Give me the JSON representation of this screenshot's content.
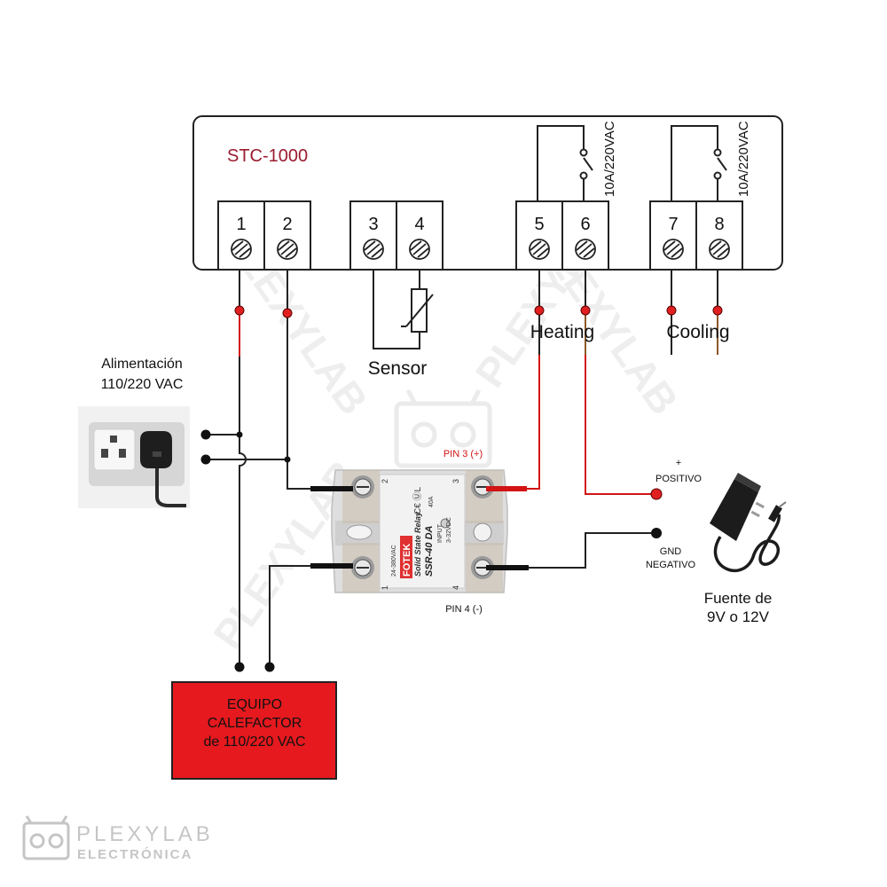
{
  "controller": {
    "model": "STC-1000",
    "relay_rating": "10A/220VAC",
    "terminals": [
      "1",
      "2",
      "3",
      "4",
      "5",
      "6",
      "7",
      "8"
    ],
    "heating_label": "Heating",
    "cooling_label": "Cooling",
    "sensor_label": "Sensor"
  },
  "power": {
    "label_line1": "Alimentación",
    "label_line2": "110/220 VAC"
  },
  "ssr": {
    "brand": "FOTEK",
    "type": "Solid State Relay",
    "model": "SSR-40 DA",
    "current": "40A",
    "output_range": "24-380VAC",
    "input_label": "INPUT",
    "input_range": "3-32VDC",
    "terminal_1": "1",
    "terminal_2": "2",
    "terminal_3": "3",
    "terminal_4": "4",
    "pin3_label": "PIN 3 (+)",
    "pin4_label": "PIN 4 (-)"
  },
  "psu": {
    "positive_sign": "+",
    "positive_label": "POSITIVO",
    "gnd_label": "GND",
    "negative_label": "NEGATIVO",
    "title_line1": "Fuente de",
    "title_line2": "9V o 12V"
  },
  "heater": {
    "line1": "EQUIPO",
    "line2": "CALEFACTOR",
    "line3": "de 110/220 VAC"
  },
  "branding": {
    "watermark": "PLEXYLAB",
    "logo_top": "PLEXYLAB",
    "logo_bottom": "ELECTRÓNICA"
  },
  "colors": {
    "model_text": "#9b1b30",
    "wire_red": "#d21414",
    "wire_brown": "#8b5a2b",
    "heater_fill": "#e5191e",
    "node_red": "#e02020"
  }
}
